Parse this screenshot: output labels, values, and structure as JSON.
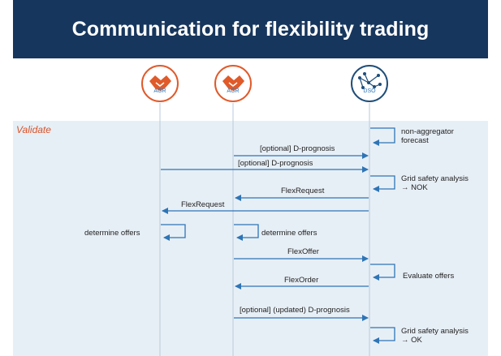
{
  "title": "Communication for flexibility trading",
  "actors": [
    {
      "label": "AGR",
      "icon": "handshake-icon",
      "color": "#e05a2a"
    },
    {
      "label": "AGR",
      "icon": "handshake-icon",
      "color": "#e05a2a"
    },
    {
      "label": "DSO",
      "icon": "network-icon",
      "color": "#1f4e79"
    }
  ],
  "phase": "Validate",
  "messages": {
    "non_aggregator_forecast": "non-aggregator\nforecast",
    "optional_dprognosis_1": "[optional] D-prognosis",
    "optional_dprognosis_2": "[optional] D-prognosis",
    "grid_safety_nok": "Grid safety analysis\n→ NOK",
    "flexrequest_1": "FlexRequest",
    "flexrequest_2": "FlexRequest",
    "determine_offers_1": "determine offers",
    "determine_offers_2": "determine offers",
    "flexoffer": "FlexOffer",
    "evaluate_offers": "Evaluate offers",
    "flexorder": "FlexOrder",
    "optional_updated_dprognosis": "[optional] (updated) D-prognosis",
    "grid_safety_ok": "Grid safety analysis\n→ OK"
  },
  "colors": {
    "banner": "#17365d",
    "arrow": "#2e75b6",
    "agr": "#e05a2a",
    "dso": "#1f4e79",
    "phase_bg": "#e7eff6"
  }
}
